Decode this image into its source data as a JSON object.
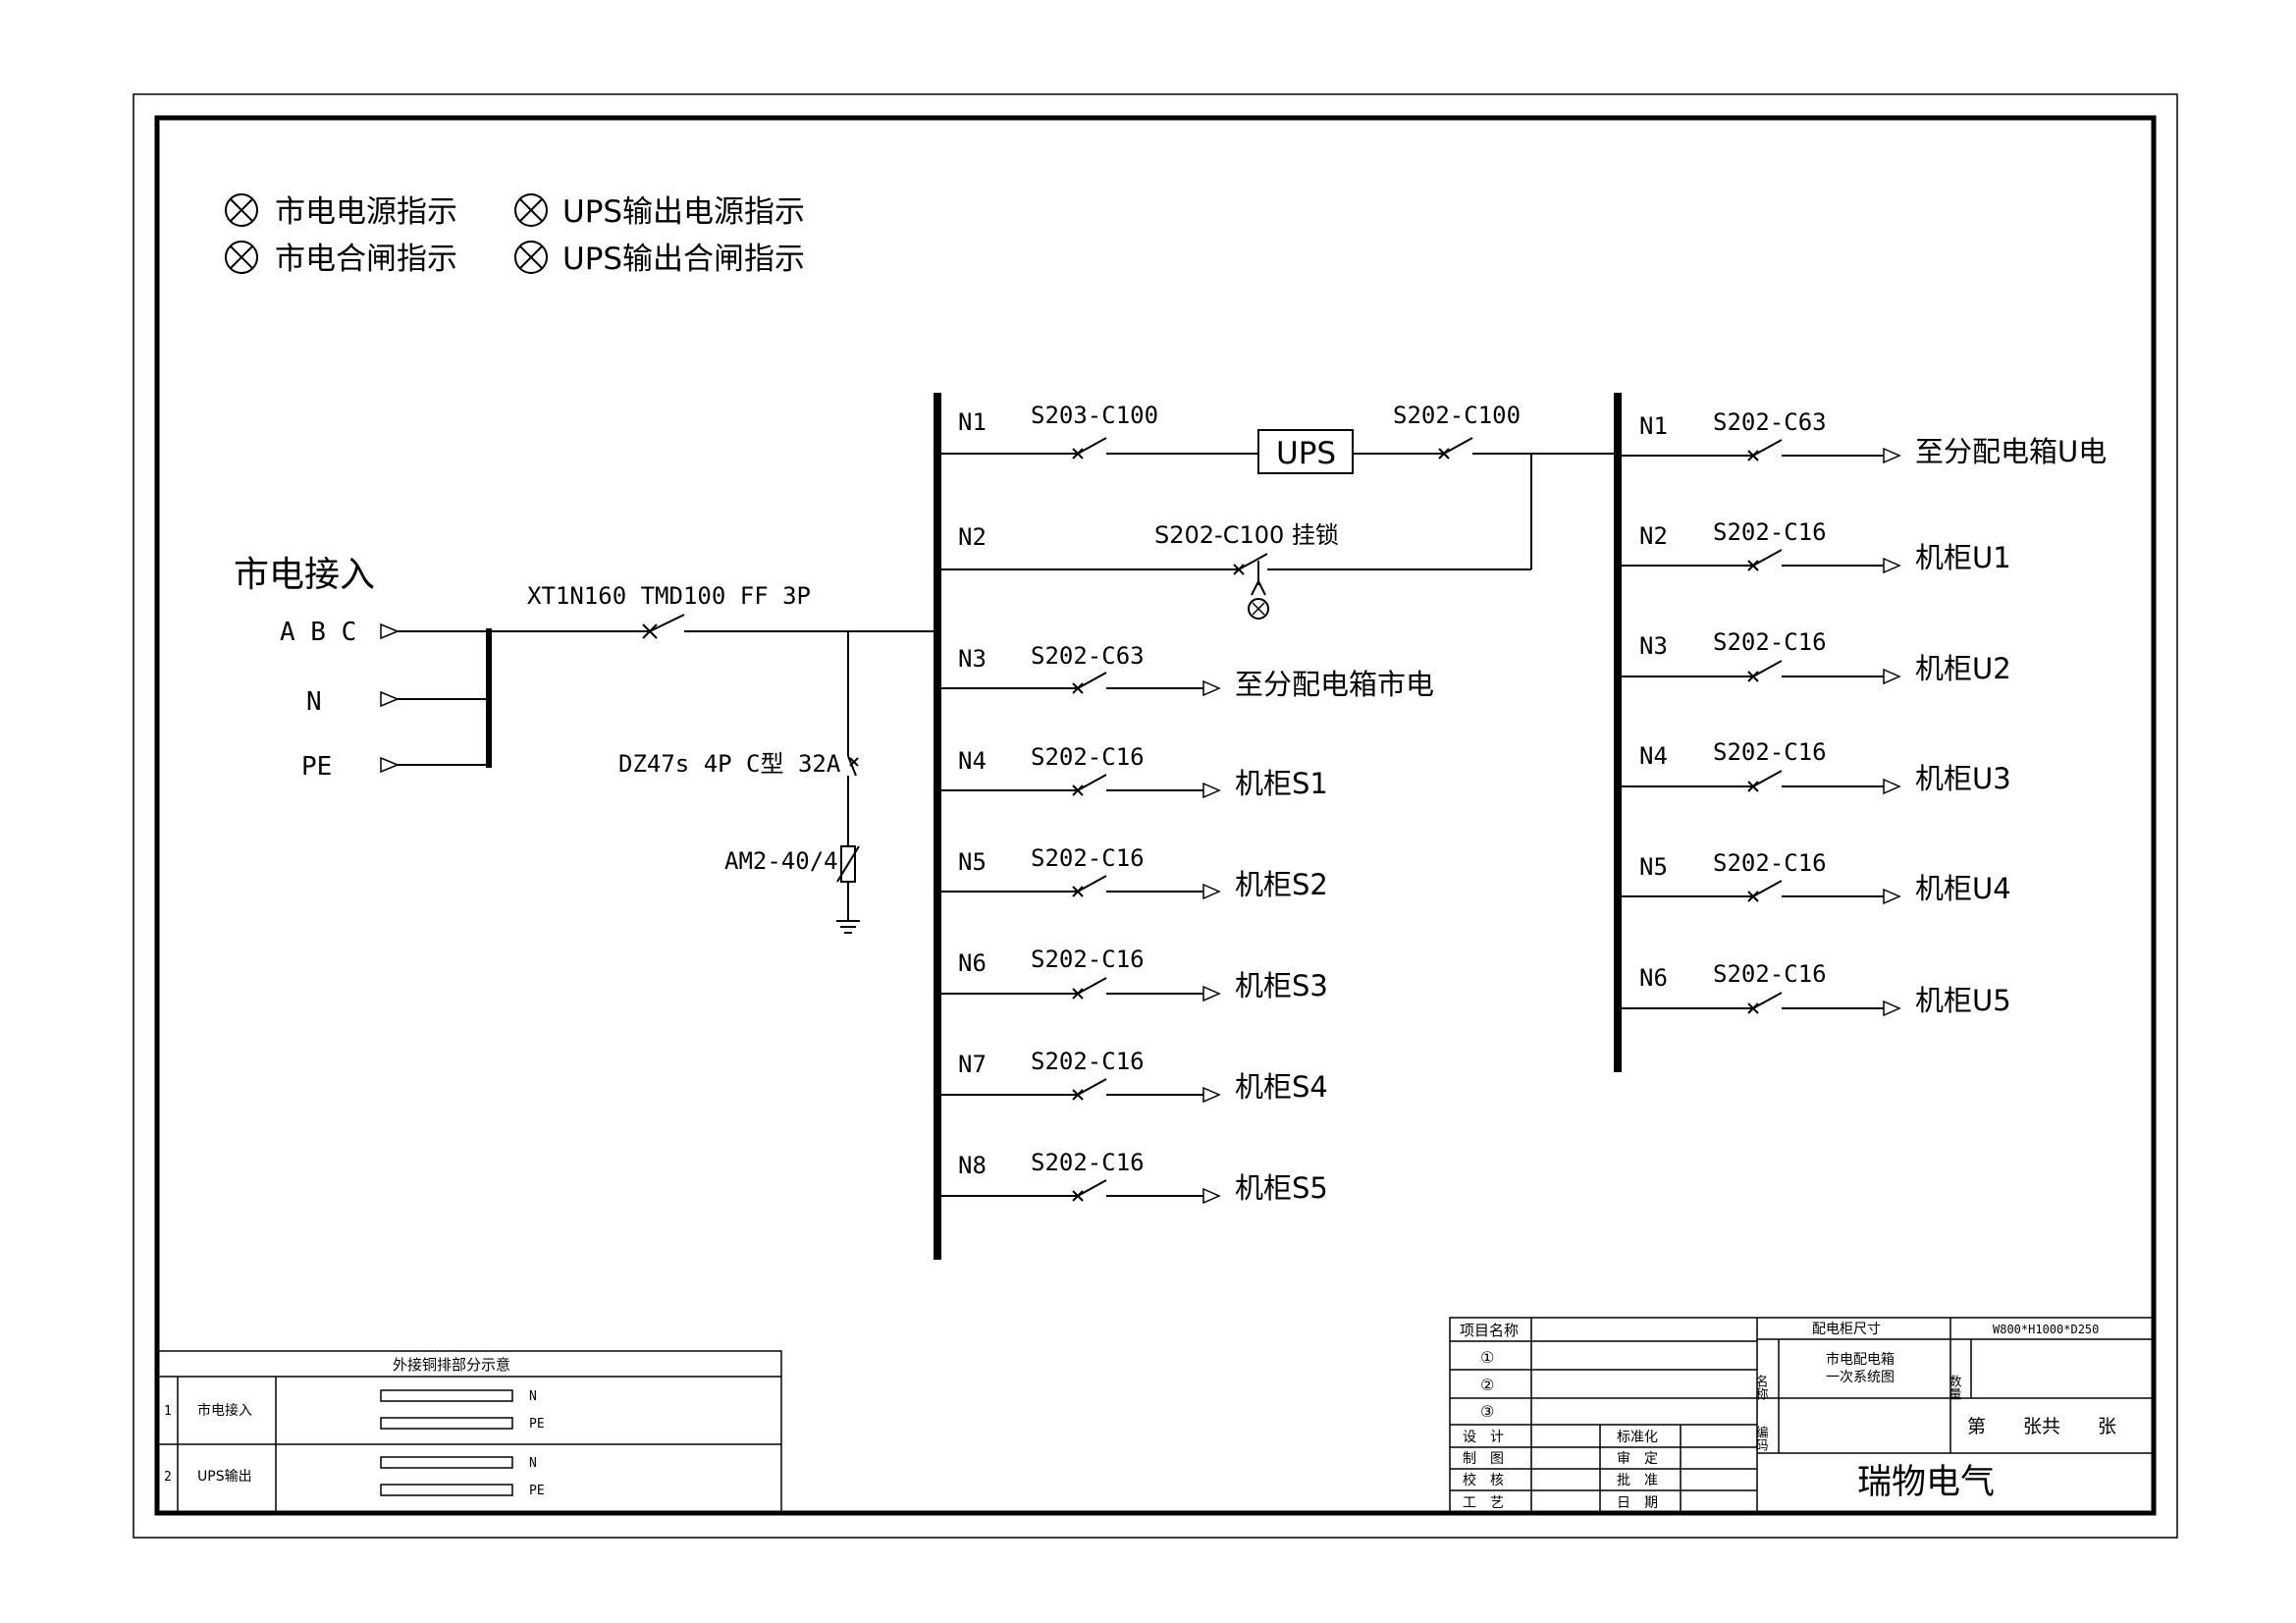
{
  "legend": [
    {
      "label": "市电电源指示"
    },
    {
      "label": "市电合闸指示"
    },
    {
      "label": "UPS输出电源指示"
    },
    {
      "label": "UPS输出合闸指示"
    }
  ],
  "input": {
    "title": "市电接入",
    "phases": [
      "A B C",
      "N",
      "PE"
    ],
    "main_breaker": "XT1N160 TMD100 FF 3P",
    "spd_breaker": "DZ47s 4P C型 32A",
    "spd": "AM2-40/4"
  },
  "bus1": {
    "circuits": [
      {
        "no": "N1",
        "breaker": "S203-C100",
        "dest": ""
      },
      {
        "no": "N2",
        "breaker": "S202-C100 挂锁",
        "dest": ""
      },
      {
        "no": "N3",
        "breaker": "S202-C63",
        "dest": "至分配电箱市电"
      },
      {
        "no": "N4",
        "breaker": "S202-C16",
        "dest": "机柜S1"
      },
      {
        "no": "N5",
        "breaker": "S202-C16",
        "dest": "机柜S2"
      },
      {
        "no": "N6",
        "breaker": "S202-C16",
        "dest": "机柜S3"
      },
      {
        "no": "N7",
        "breaker": "S202-C16",
        "dest": "机柜S4"
      },
      {
        "no": "N8",
        "breaker": "S202-C16",
        "dest": "机柜S5"
      }
    ]
  },
  "ups": {
    "label": "UPS",
    "output_breaker": "S202-C100"
  },
  "bus2": {
    "circuits": [
      {
        "no": "N1",
        "breaker": "S202-C63",
        "dest": "至分配电箱U电"
      },
      {
        "no": "N2",
        "breaker": "S202-C16",
        "dest": "机柜U1"
      },
      {
        "no": "N3",
        "breaker": "S202-C16",
        "dest": "机柜U2"
      },
      {
        "no": "N4",
        "breaker": "S202-C16",
        "dest": "机柜U3"
      },
      {
        "no": "N5",
        "breaker": "S202-C16",
        "dest": "机柜U4"
      },
      {
        "no": "N6",
        "breaker": "S202-C16",
        "dest": "机柜U5"
      }
    ]
  },
  "copper_table": {
    "title": "外接铜排部分示意",
    "rows": [
      {
        "no": "1",
        "name": "市电接入",
        "bars": [
          "N",
          "PE"
        ]
      },
      {
        "no": "2",
        "name": "UPS输出",
        "bars": [
          "N",
          "PE"
        ]
      }
    ]
  },
  "title_block": {
    "project_label": "项目名称",
    "circled": [
      "①",
      "②",
      "③"
    ],
    "design": "设　计",
    "draw": "制　图",
    "check": "校　核",
    "craft": "工　艺",
    "standard": "标准化",
    "review": "审　定",
    "approve": "批　准",
    "date": "日　期",
    "size_label": "配电柜尺寸",
    "size_value": "W800*H1000*D250",
    "name_label": "名称",
    "name_value_1": "市电配电箱",
    "name_value_2": "一次系统图",
    "qty_label": "数量",
    "code_label": "编码",
    "sheet": "第　　张共　　张",
    "company": "瑞物电气"
  }
}
